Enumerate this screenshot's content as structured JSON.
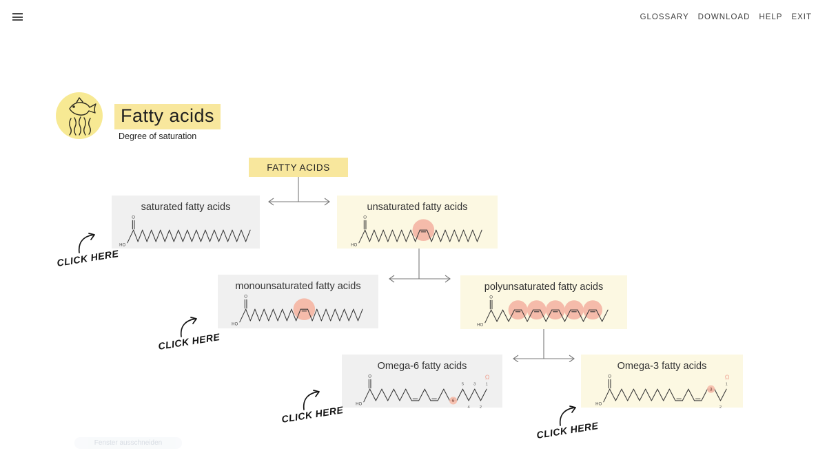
{
  "nav": {
    "items": [
      {
        "label": "GLOSSARY"
      },
      {
        "label": "DOWNLOAD"
      },
      {
        "label": "HELP"
      },
      {
        "label": "EXIT"
      }
    ]
  },
  "header": {
    "title": "Fatty acids",
    "subtitle": "Degree of saturation",
    "logo": "fish-and-seaweed"
  },
  "colors": {
    "accent_yellow": "#f8e79d",
    "pale_yellow": "#fcf8e2",
    "box_gray": "#f0f0f0",
    "highlight_pink": "#f5bbaa",
    "omega_pink": "#efa392",
    "bond_line": "#383838",
    "connector_gray": "#787878"
  },
  "diagram": {
    "root": {
      "label": "FATTY ACIDS"
    },
    "nodes": [
      {
        "id": "saturated",
        "label": "saturated fatty acids",
        "variant": "gray",
        "molecule": {
          "hydroxyl_label": "HO",
          "carbonyl_label": "O",
          "bonds": "ssssssssssssssssssssssssss",
          "highlights": [],
          "highlight_radius": 0,
          "bond_numbers": [],
          "vertex_numbers": [],
          "omega_symbol": ""
        }
      },
      {
        "id": "unsaturated",
        "label": "unsaturated fatty acids",
        "variant": "yellow",
        "molecule": {
          "hydroxyl_label": "HO",
          "carbonyl_label": "O",
          "bonds": "ssssssssssssdssssssssssss",
          "highlights": [
            12
          ],
          "highlight_radius": 17,
          "bond_numbers": [],
          "vertex_numbers": [],
          "omega_symbol": ""
        }
      },
      {
        "id": "monounsaturated",
        "label": "monounsaturated fatty acids",
        "variant": "gray",
        "molecule": {
          "hydroxyl_label": "HO",
          "carbonyl_label": "O",
          "bonds": "ssssssssssssdssssssssssss",
          "highlights": [
            12
          ],
          "highlight_radius": 17,
          "bond_numbers": [],
          "vertex_numbers": [],
          "omega_symbol": ""
        }
      },
      {
        "id": "polyunsaturated",
        "label": "polyunsaturated fatty acids",
        "variant": "yellow",
        "molecule": {
          "hydroxyl_label": "HO",
          "carbonyl_label": "O",
          "bonds": "ssssdssdssdssdssdss",
          "highlights": [
            4,
            7,
            10,
            13,
            16
          ],
          "highlight_radius": 15,
          "bond_numbers": [],
          "vertex_numbers": [],
          "omega_symbol": ""
        }
      },
      {
        "id": "omega6",
        "label": "Omega-6 fatty acids",
        "variant": "gray",
        "molecule": {
          "hydroxyl_label": "HO",
          "carbonyl_label": "O",
          "bonds": "sssssssDssDssDsssss",
          "highlights": [],
          "highlight_radius": 0,
          "bond_numbers": [
            {
              "bond": 13,
              "label": "6"
            }
          ],
          "vertex_numbers": [
            {
              "from_end": 0,
              "label": "1",
              "side": "above"
            },
            {
              "from_end": 1,
              "label": "2",
              "side": "below"
            },
            {
              "from_end": 2,
              "label": "3",
              "side": "above"
            },
            {
              "from_end": 3,
              "label": "4",
              "side": "below"
            },
            {
              "from_end": 4,
              "label": "5",
              "side": "above"
            }
          ],
          "omega_symbol": "Ω"
        }
      },
      {
        "id": "omega3",
        "label": "Omega-3 fatty acids",
        "variant": "yellow",
        "molecule": {
          "hydroxyl_label": "HO",
          "carbonyl_label": "O",
          "bonds": "sssssssssssDssDsdss",
          "highlights": [],
          "highlight_radius": 0,
          "bond_numbers": [
            {
              "bond": 16,
              "label": "3"
            }
          ],
          "vertex_numbers": [
            {
              "from_end": 0,
              "label": "1",
              "side": "above"
            },
            {
              "from_end": 1,
              "label": "2",
              "side": "below"
            }
          ],
          "omega_symbol": "Ω"
        }
      }
    ],
    "click_here_labels": [
      {
        "text": "CLICK HERE",
        "target": "saturated"
      },
      {
        "text": "CLICK HERE",
        "target": "monounsaturated"
      },
      {
        "text": "CLICK HERE",
        "target": "omega6"
      },
      {
        "text": "CLICK HERE",
        "target": "omega3"
      }
    ]
  },
  "faint_tooltip": {
    "text": "Fenster ausschneiden"
  }
}
